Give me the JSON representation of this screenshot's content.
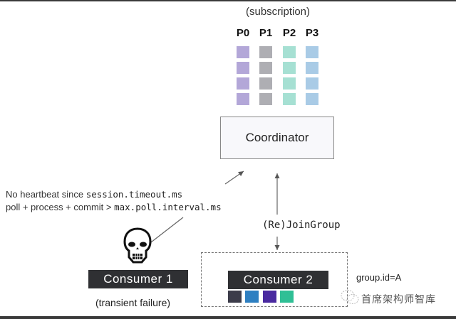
{
  "diagram": {
    "subscription_label": "(subscription)",
    "partitions": [
      {
        "label": "P0",
        "color": "#b3a7d8",
        "messages": 4
      },
      {
        "label": "P1",
        "color": "#aeaeb3",
        "messages": 4
      },
      {
        "label": "P2",
        "color": "#a6e0d3",
        "messages": 4
      },
      {
        "label": "P3",
        "color": "#a9cbe6",
        "messages": 4
      }
    ],
    "coordinator_label": "Coordinator",
    "failure_notes": {
      "line1_prefix": "No heartbeat since ",
      "line1_code": "session.timeout.ms",
      "line2_prefix": "poll + process + commit > ",
      "line2_code": "max.poll.interval.ms"
    },
    "rejoin_label": "(Re)JoinGroup",
    "consumer1": {
      "label": "Consumer 1",
      "status": "(transient failure)",
      "icon": "skull-icon"
    },
    "consumer2": {
      "label": "Consumer 2",
      "assigned_partition_colors": [
        "#3c3c4a",
        "#2e7fc1",
        "#4a2aa0",
        "#2fbf95"
      ]
    },
    "group_id_label": "group.id=A",
    "watermark": {
      "icon": "wechat-logo-icon",
      "text": "首席架构师智库"
    }
  }
}
